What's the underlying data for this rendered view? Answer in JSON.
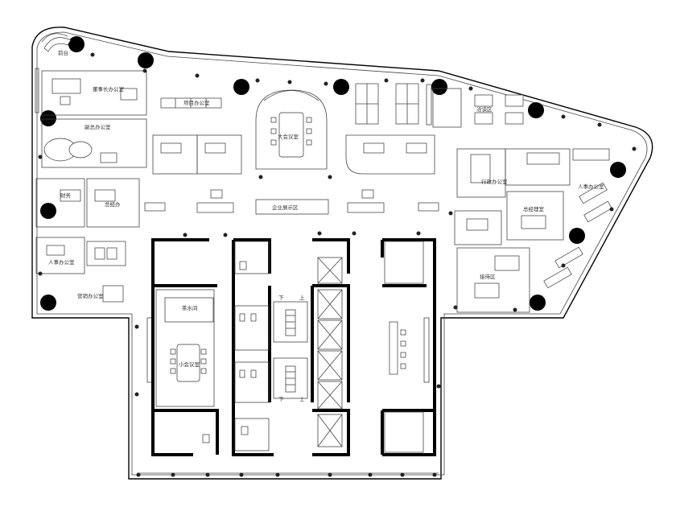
{
  "plan": {
    "room_labels": {
      "reception": "前台",
      "chairman_office": "董事长办公室",
      "deputy_office_1": "副总办公室",
      "meeting_room_large": "大会议室",
      "meeting_room_small": "小会议室",
      "exhibition": "企业展示区",
      "finance": "财务",
      "tea_room": "茶水间",
      "general_office": "总经办",
      "gm_office": "总经理室",
      "admin_office": "行政办公室",
      "hr_office": "人事办公室",
      "sales_office": "营销办公室",
      "project_office": "项目办公室",
      "discussion": "洽谈区",
      "reception_area": "接待区"
    },
    "stair_labels": {
      "down_1": "下",
      "up_1": "上",
      "down_2": "下",
      "up_2": "上"
    }
  }
}
